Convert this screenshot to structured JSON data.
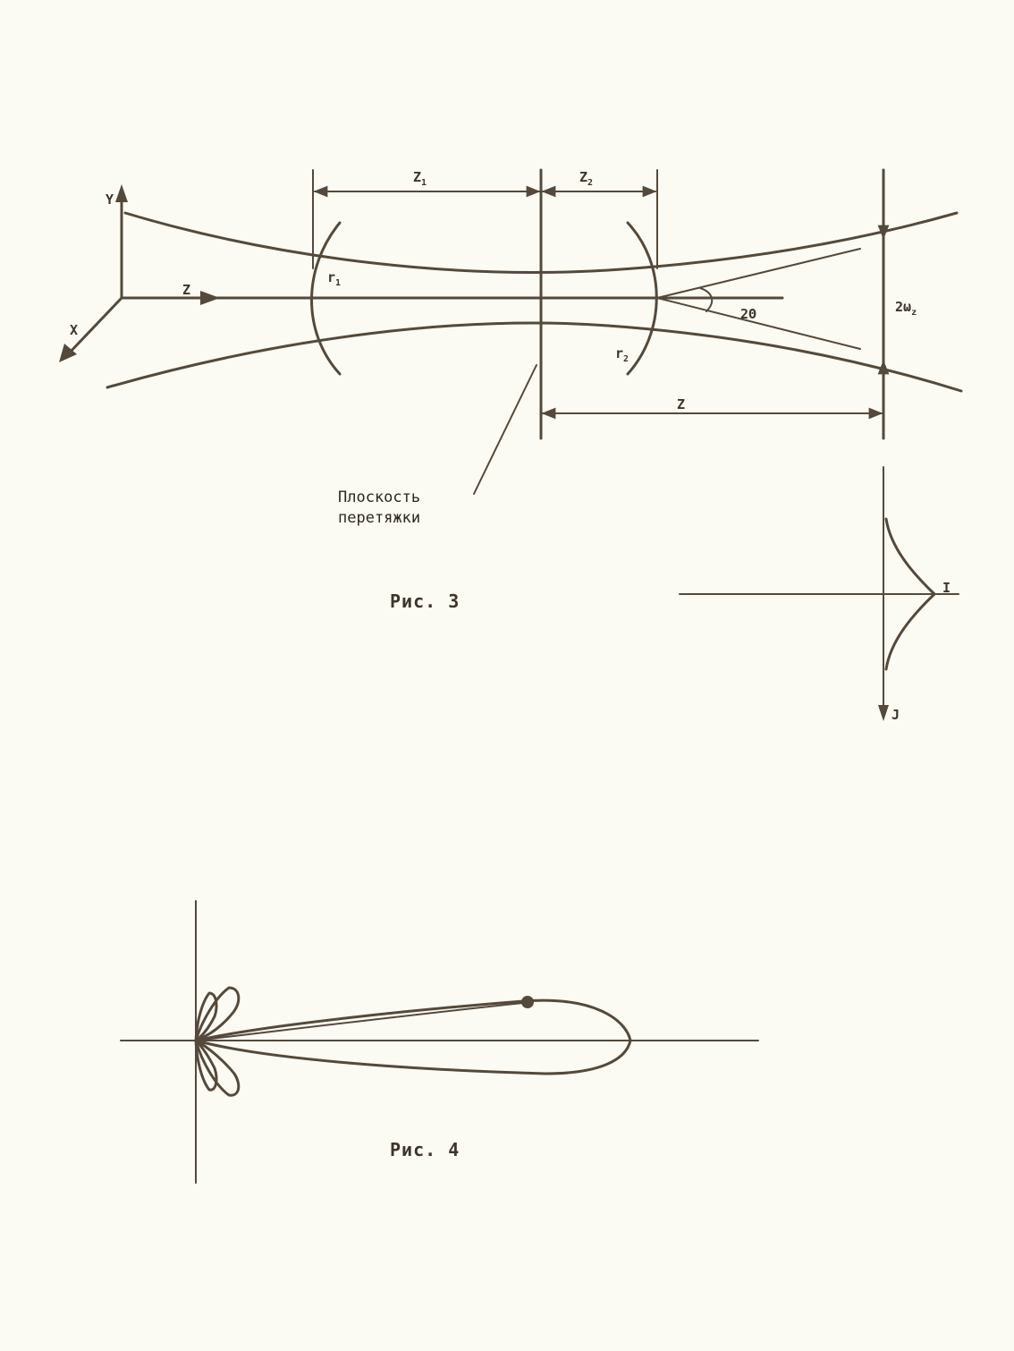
{
  "figure3": {
    "caption": "Рис. 3",
    "labels": {
      "z1": "Z",
      "z1_sub": "1",
      "z2": "Z",
      "z2_sub": "2",
      "z": "Z",
      "r1": "r",
      "r1_sub": "1",
      "r2": "r",
      "r2_sub": "2",
      "angle": "2Θ",
      "width": "2ω",
      "width_sub": "z",
      "axis_x": "X",
      "axis_y": "Y",
      "axis_z": "Z",
      "plane_line1": "Плоскость",
      "plane_line2": "перетяжки",
      "profile_i": "I",
      "profile_j": "J"
    }
  },
  "figure4": {
    "caption": "Рис. 4"
  },
  "colors": {
    "ink": "#54493b",
    "paper": "#fbfbf3"
  }
}
